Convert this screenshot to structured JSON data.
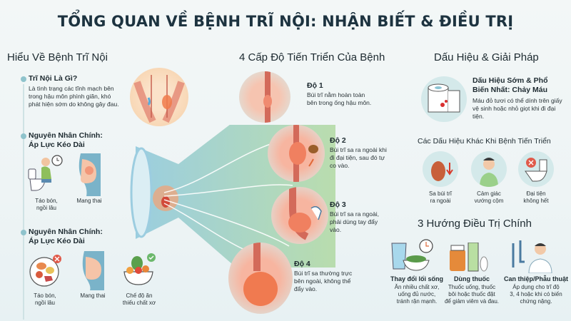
{
  "title": "TỔNG QUAN VỀ BỆNH TRĨ NỘI: NHẬN BIẾT & ĐIỀU TRỊ",
  "left": {
    "heading": "Hiểu Về Bệnh Trĩ Nội",
    "what": {
      "title": "Trĩ Nội Là Gì?",
      "body": "Là tình trạng các tĩnh mạch bên trong hậu môn phình giãn, khó phát hiện sớm do không gây đau."
    },
    "cause1": {
      "title_line1": "Nguyên Nhân Chính:",
      "title_line2": "Áp Lực Kéo Dài",
      "items": [
        {
          "icon": "toilet-constipation-icon",
          "label_line1": "Táo bón,",
          "label_line2": "ngồi lâu"
        },
        {
          "icon": "pregnancy-icon",
          "label_line1": "Mang thai",
          "label_line2": ""
        }
      ]
    },
    "cause2": {
      "title_line1": "Nguyên Nhân Chính:",
      "title_line2": "Áp Lực Kéo Dài",
      "items": [
        {
          "icon": "unhealthy-food-icon",
          "label_line1": "Táo bón,",
          "label_line2": "ngồi lâu"
        },
        {
          "icon": "pregnancy-icon",
          "label_line1": "Mang thai",
          "label_line2": ""
        },
        {
          "icon": "vegetable-bowl-icon",
          "label_line1": "Chế độ ăn",
          "label_line2": "thiếu chất xơ"
        }
      ]
    }
  },
  "middle": {
    "heading": "4 Cấp Độ Tiến Triển Của Bệnh",
    "stages": [
      {
        "title": "Độ 1",
        "body_line1": "Búi trĩ nằm hoàn toàn",
        "body_line2": "bên trong ống hậu môn.",
        "body_line3": ""
      },
      {
        "title": "Độ 2",
        "body_line1": "Búi trĩ sa ra ngoài khi",
        "body_line2": "đi đại tiện, sau đó tự",
        "body_line3": "co vào."
      },
      {
        "title": "Độ 3",
        "body_line1": "Búi trĩ sa ra ngoài,",
        "body_line2": "phải dùng tay đẩy",
        "body_line3": "vào."
      },
      {
        "title": "Độ 4",
        "body_line1": "Búi trĩ sa thường trực",
        "body_line2": "bên ngoài, không thể",
        "body_line3": "đẩy vào."
      }
    ]
  },
  "right": {
    "heading": "Dấu Hiệu & Giải Pháp",
    "early": {
      "title_line1": "Dấu Hiệu Sớm & Phổ",
      "title_line2": "Biến Nhất: Chảy Máu",
      "body": "Máu đỏ tươi có thể dính trên giấy vệ sinh hoặc nhỏ giọt khi đi đại tiện."
    },
    "other_heading": "Các Dấu Hiệu Khác Khi Bệnh Tiến Triển",
    "other": [
      {
        "icon": "prolapse-icon",
        "label_line1": "Sa búi trĩ",
        "label_line2": "ra ngoài"
      },
      {
        "icon": "discomfort-person-icon",
        "label_line1": "Cảm giác",
        "label_line2": "vướng cộm"
      },
      {
        "icon": "toilet-incomplete-icon",
        "label_line1": "Đại tiện",
        "label_line2": "không hết"
      }
    ],
    "treat_heading": "3 Hướng Điều Trị Chính",
    "treatments": [
      {
        "icon": "water-salad-clock-icon",
        "title": "Thay đổi lối sống",
        "line1": "Ăn nhiều chất xơ,",
        "line2": "uống đủ nước,",
        "line3": "tránh rặn mạnh."
      },
      {
        "icon": "medicine-icon",
        "title": "Dùng thuốc",
        "line1": "Thuốc uống, thuốc",
        "line2": "bôi hoặc thuốc đặt",
        "line3": "để giảm viêm và đau."
      },
      {
        "icon": "doctor-surgery-icon",
        "title": "Can thiệp/Phẫu thuật",
        "line1": "Áp dụng cho trĩ độ",
        "line2": "3, 4 hoặc khi có biến",
        "line3": "chứng nặng."
      }
    ]
  },
  "colors": {
    "title": "#1d3340",
    "accent_teal": "#8fc3cc",
    "flesh": "#f0a58a",
    "red": "#e2553f",
    "green": "#9ccc8c"
  }
}
